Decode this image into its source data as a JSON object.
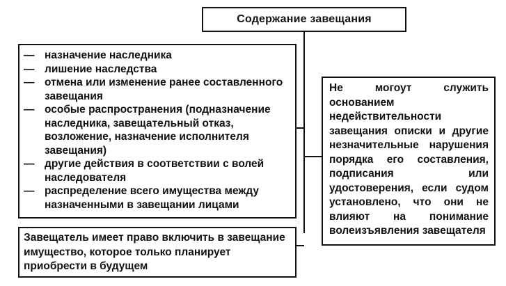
{
  "diagram": {
    "title": "Содержание завещания",
    "list_items": [
      "назначение наследника",
      "лишение наследства",
      "отмена или изменение ранее составленного завещания",
      "особые распространения (подназначение наследника, завещательный отказ, возложение, назначение исполнителя завещания)",
      "другие действия в соответствии с волей наследователя",
      "распределение всего имущества между назначенными в завещании лицами"
    ],
    "dash": "—",
    "note": "Завещатель имеет право включить в завещание имущество, которое только планирует приобрести в будущем",
    "right_note": "Не могоут служить основанием недействительности завещания описки и другие незначительные нарушения порядка его составления, подписания или удостоверения, если судом установлено, что они не влияют на понимание волеизъявления завещателя"
  }
}
